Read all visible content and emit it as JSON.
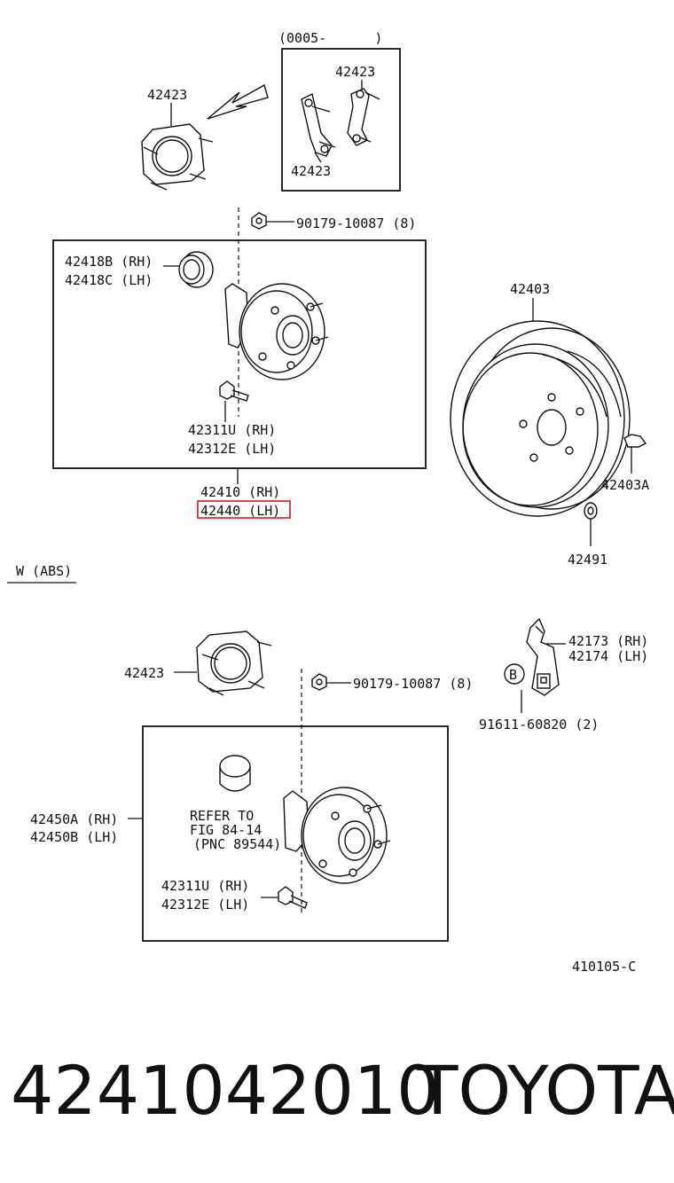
{
  "labels": {
    "date_range": "(0005-      )",
    "bracket_top_left": "42423",
    "bracket_inset_top": "42423",
    "bracket_inset_bottom": "42423",
    "nut_top": "90179-10087 (8)",
    "seal_rh": "42418B (RH)",
    "seal_lh": "42418C (LH)",
    "bolt_top_rh": "42311U (RH)",
    "bolt_top_lh": "42312E (LH)",
    "hub_rh": "42410 (RH)",
    "hub_lh": "42440 (LH)",
    "drum": "42403",
    "drum_clip": "42403A",
    "drum_plug": "42491",
    "section_abs": "W (ABS)",
    "bracket_bottom": "42423",
    "nut_bottom": "90179-10087 (8)",
    "sensor_rh": "42173 (RH)",
    "sensor_lh": "42174 (LH)",
    "callout_b": "B",
    "sensor_bolt": "91611-60820 (2)",
    "abs_hub_rh": "42450A (RH)",
    "abs_hub_lh": "42450B (LH)",
    "refer_1": "REFER TO",
    "refer_2": "FIG 84-14",
    "refer_3": "(PNC 89544)",
    "bolt_bottom_rh": "42311U (RH)",
    "bolt_bottom_lh": "42312E (LH)",
    "figure_code": "410105-C"
  },
  "footer": {
    "part_number": "4241042010",
    "brand": "TOYOTA"
  },
  "highlight_color": "#e0161b"
}
